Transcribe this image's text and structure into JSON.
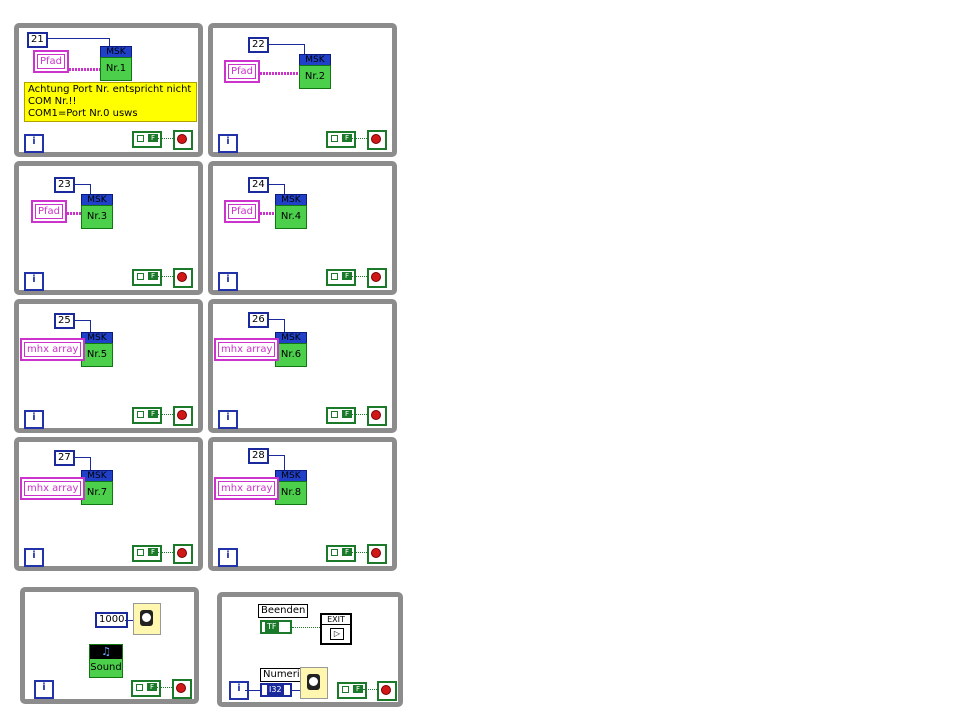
{
  "loops": [
    {
      "id": "l1",
      "number": "21",
      "path": "Pfad",
      "block_top": "MSK",
      "block_bottom": "Nr.1",
      "note": [
        "Achtung Port Nr. entspricht nicht",
        "COM Nr.!!",
        "COM1=Port Nr.0 usws"
      ]
    },
    {
      "id": "l2",
      "number": "22",
      "path": "Pfad",
      "block_top": "MSK",
      "block_bottom": "Nr.2"
    },
    {
      "id": "l3",
      "number": "23",
      "path": "Pfad",
      "block_top": "MSK",
      "block_bottom": "Nr.3"
    },
    {
      "id": "l4",
      "number": "24",
      "path": "Pfad",
      "block_top": "MSK",
      "block_bottom": "Nr.4"
    },
    {
      "id": "l5",
      "number": "25",
      "path": "mhx array",
      "block_top": "MSK",
      "block_bottom": "Nr.5"
    },
    {
      "id": "l6",
      "number": "26",
      "path": "mhx array",
      "block_top": "MSK",
      "block_bottom": "Nr.6"
    },
    {
      "id": "l7",
      "number": "27",
      "path": "mhx array",
      "block_top": "MSK",
      "block_bottom": "Nr.7"
    },
    {
      "id": "l8",
      "number": "28",
      "path": "mhx array",
      "block_top": "MSK",
      "block_bottom": "Nr.8"
    }
  ],
  "sound_loop": {
    "wait_ms": "1000",
    "sound_label": "Sound",
    "sound_icon": "music-note-icon"
  },
  "exit_loop": {
    "beenden": "Beenden",
    "tf": "TF",
    "exit": "EXIT",
    "numeric": "Numeric",
    "i32": "I32"
  },
  "common": {
    "iteration": "i",
    "bool_false": "F",
    "bool_t": "T"
  },
  "colors": {
    "loop_border": "#8c8c8c",
    "int_const": "#1a2a9c",
    "path": "#cc33cc",
    "bool": "#1b7a2a",
    "msk_top": "#2040c8",
    "msk_bot": "#4cd04c",
    "note": "#ffff00",
    "stop": "#d01818"
  }
}
